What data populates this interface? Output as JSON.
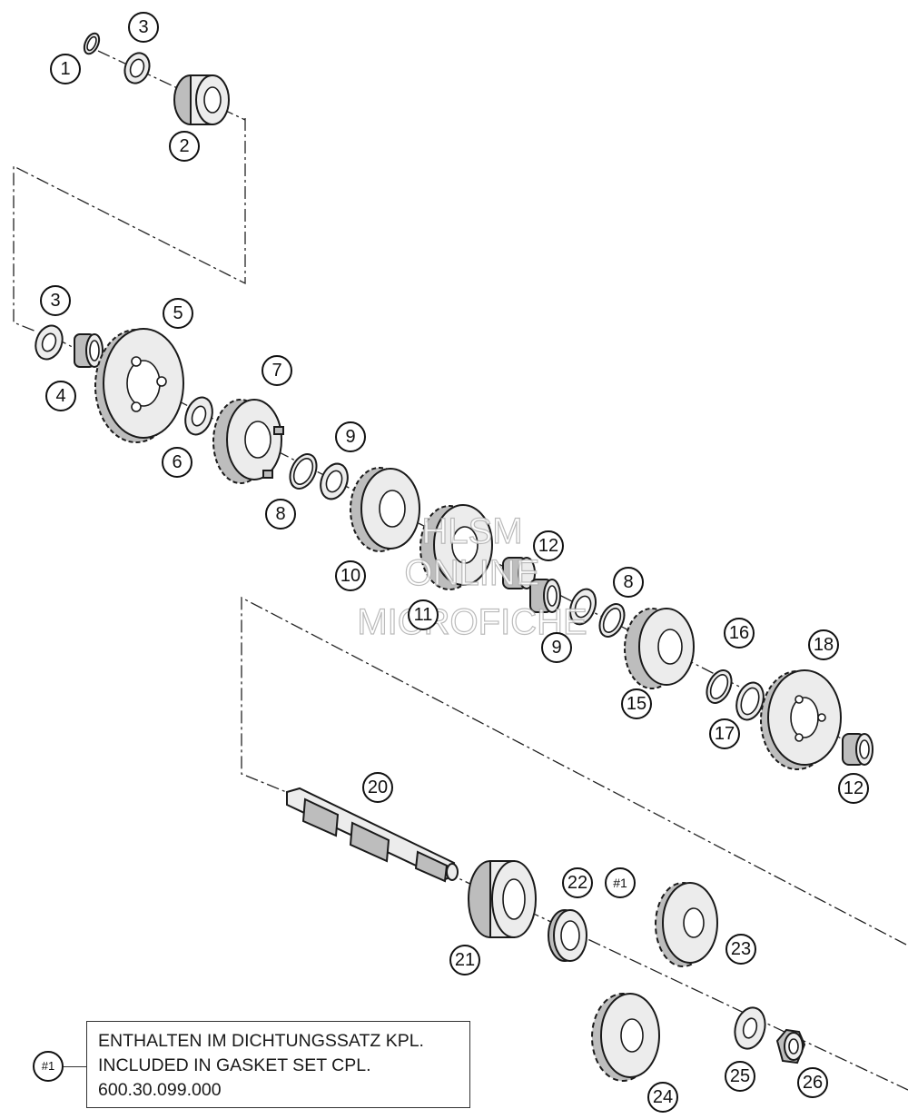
{
  "diagram": {
    "watermark": {
      "line1": "HLSM",
      "line2": "ONLINE",
      "line3": "MICROFICHE"
    },
    "callouts": {
      "c1": "1",
      "c3a": "3",
      "c2": "2",
      "c3b": "3",
      "c5": "5",
      "c4": "4",
      "c7": "7",
      "c6": "6",
      "c9a": "9",
      "c8a": "8",
      "c10": "10",
      "c11": "11",
      "c12a": "12",
      "c8b": "8",
      "c9b": "9",
      "c16": "16",
      "c18": "18",
      "c15": "15",
      "c17": "17",
      "c12b": "12",
      "c20": "20",
      "c22": "22",
      "c_ref1": "#1",
      "c21": "21",
      "c23": "23",
      "c24": "24",
      "c25": "25",
      "c26": "26"
    },
    "note": {
      "badge": "#1",
      "line1": "ENTHALTEN IM DICHTUNGSSATZ KPL.",
      "line2": "INCLUDED IN GASKET SET CPL.",
      "line3": "600.30.099.000"
    }
  }
}
